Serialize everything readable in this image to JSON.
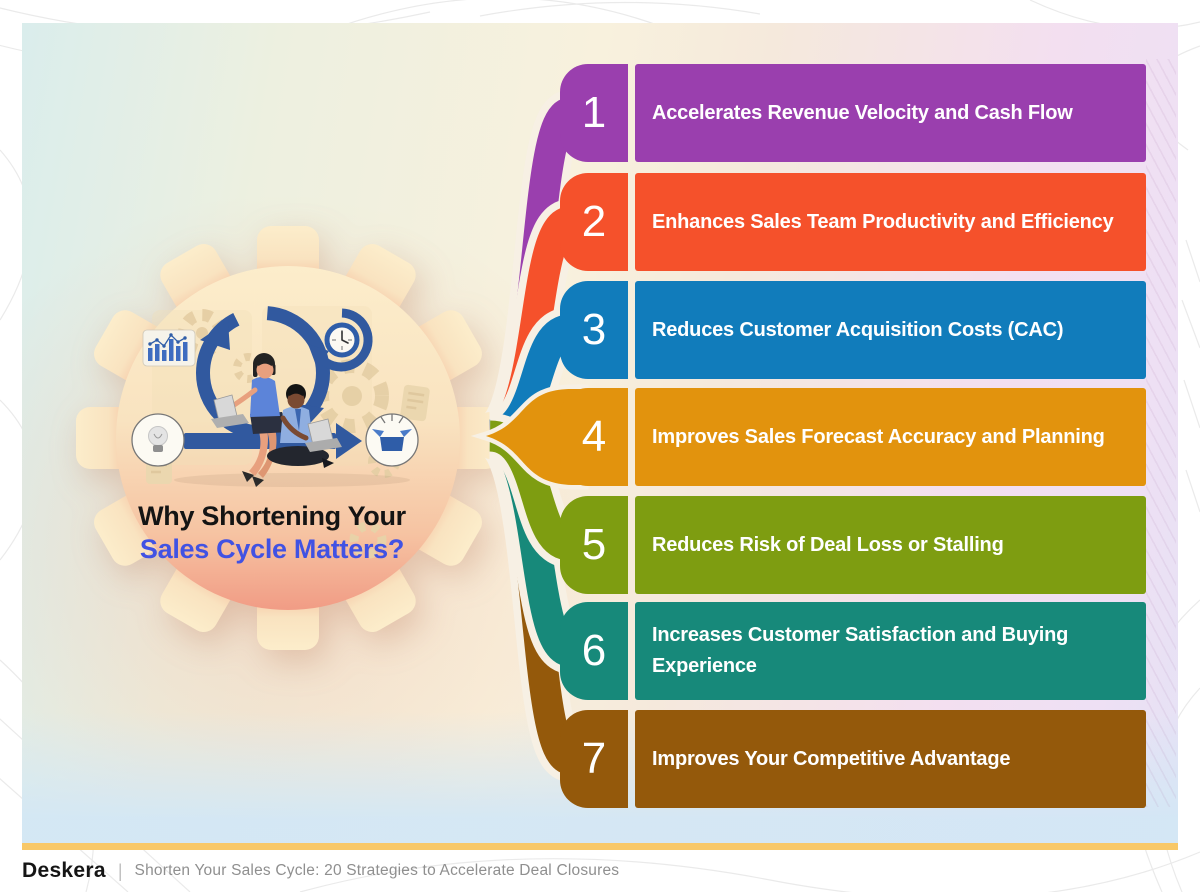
{
  "card": {
    "title": {
      "line1": "Why Shortening Your",
      "line2": "Sales Cycle Matters?",
      "accent_color": "#4152E3"
    },
    "items": [
      {
        "number": "1",
        "label": "Accelerates Revenue Velocity and Cash Flow",
        "color": "#9A3FAE"
      },
      {
        "number": "2",
        "label": "Enhances Sales Team Productivity and Efficiency",
        "color": "#F5512B"
      },
      {
        "number": "3",
        "label": "Reduces Customer Acquisition Costs (CAC)",
        "color": "#117CBB"
      },
      {
        "number": "4",
        "label": "Improves Sales Forecast Accuracy and Planning",
        "color": "#E2930D"
      },
      {
        "number": "5",
        "label": "Reduces Risk of Deal Loss or Stalling",
        "color": "#7E9D11"
      },
      {
        "number": "6",
        "label": "Increases Customer Satisfaction and Buying Experience",
        "color": "#17897A"
      },
      {
        "number": "7",
        "label": "Improves Your Competitive Advantage",
        "color": "#94590B"
      }
    ],
    "accent_strip_color": "#F8C868",
    "ribbon_outline_color": "#F7F0E4"
  },
  "illustration": {
    "icons": [
      "gear-icon",
      "cycle-arrows-icon",
      "clock-icon",
      "bar-chart-icon",
      "light-bulb-icon",
      "open-box-icon"
    ],
    "arrow_color": "#31599F"
  },
  "footer": {
    "brand": "Deskera",
    "separator": "|",
    "tagline": "Shorten Your Sales Cycle: 20 Strategies to Accelerate Deal Closures"
  }
}
